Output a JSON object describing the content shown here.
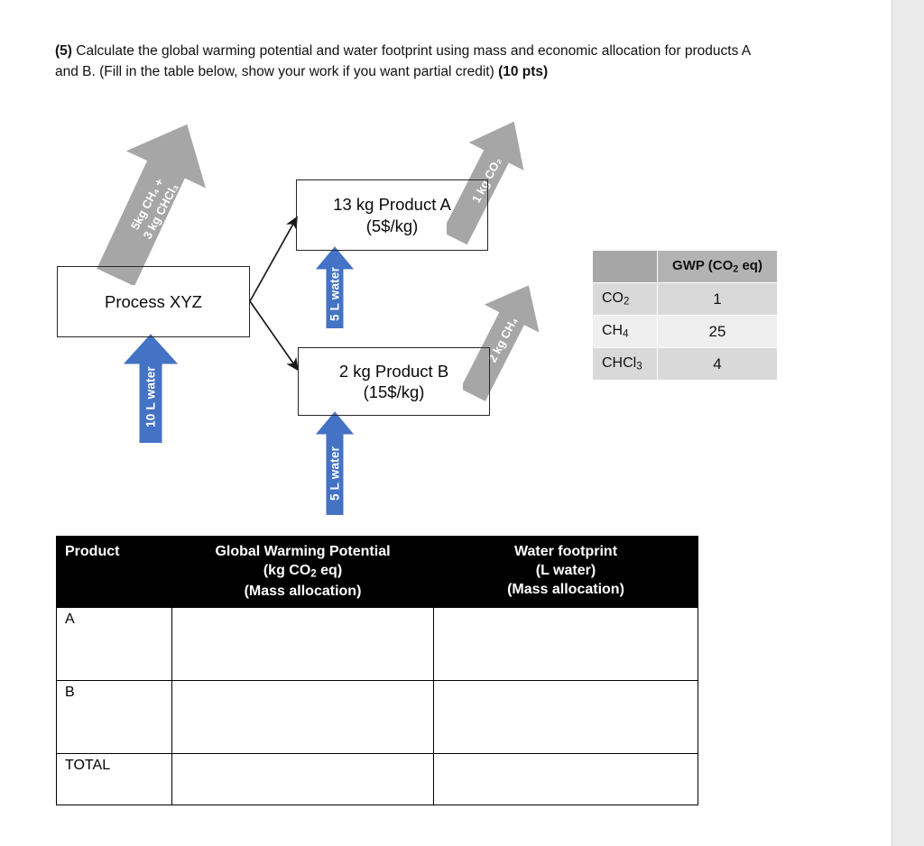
{
  "prompt": {
    "number": "(5)",
    "body": " Calculate the global warming potential and water footprint using mass and economic allocation for products A and B. (Fill in the table below, show your work if you want partial credit) ",
    "points": "(10 pts)"
  },
  "diagram": {
    "process_box": {
      "label": "Process XYZ"
    },
    "product_a_box": {
      "line1": "13  kg Product A",
      "line2": "(5$/kg)"
    },
    "product_b_box": {
      "line1": "2 kg Product B",
      "line2": "(15$/kg)"
    },
    "water_inputs": [
      {
        "name": "process-water",
        "label": "10 L water"
      },
      {
        "name": "product-a-water",
        "label": "5 L water"
      },
      {
        "name": "product-b-water",
        "label": "5 L water"
      }
    ],
    "emissions": [
      {
        "name": "process-emission",
        "line1": "5kg CH₄ +",
        "line2": "3 kg CHCl₃"
      },
      {
        "name": "product-a-emission",
        "line1": "1 kg CO₂",
        "line2": ""
      },
      {
        "name": "product-b-emission",
        "line1": "2 kg CH₄",
        "line2": ""
      }
    ],
    "colors": {
      "water_arrow": "#4472c4",
      "emission_arrow": "#a6a6a6",
      "box_border": "#262626",
      "connector": "#1a1a1a"
    }
  },
  "gwp_table": {
    "corner_label": "",
    "header": "GWP (CO₂ eq)",
    "rows": [
      {
        "substance": "CO₂",
        "gwp": "1"
      },
      {
        "substance": "CH₄",
        "gwp": "25"
      },
      {
        "substance": "CHCl₃",
        "gwp": "4"
      }
    ],
    "colors": {
      "corner": "#a6a6a6",
      "header": "#b3b3b3",
      "row_dark": "#d9d9d9",
      "row_light": "#efefef"
    }
  },
  "answer_table": {
    "headers": [
      {
        "line1": "Product",
        "line2": "",
        "line3": ""
      },
      {
        "line1": "Global Warming Potential",
        "line2": "(kg CO₂ eq)",
        "line3": "(Mass allocation)"
      },
      {
        "line1": "Water footprint",
        "line2": "(L water)",
        "line3": "(Mass allocation)"
      }
    ],
    "rows": [
      {
        "product": "A",
        "gwp": "",
        "water": ""
      },
      {
        "product": "B",
        "gwp": "",
        "water": ""
      },
      {
        "product": "TOTAL",
        "gwp": "",
        "water": ""
      }
    ],
    "colors": {
      "header_bg": "#000000",
      "header_fg": "#ffffff",
      "border": "#000000"
    }
  }
}
